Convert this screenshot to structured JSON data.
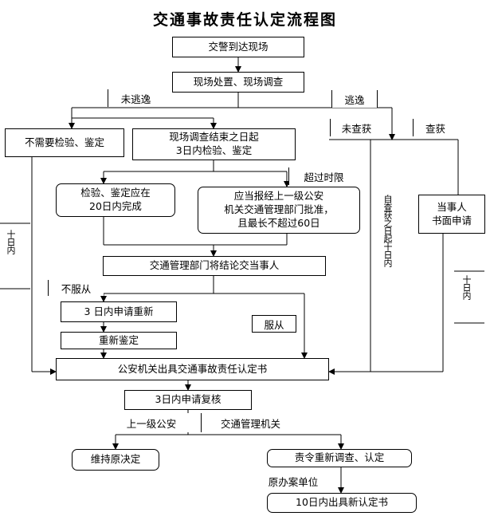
{
  "title": "交通事故责任认定流程图",
  "nodes": {
    "arrive": "交警到达现场",
    "handle": "现场处置、现场调查",
    "no_test": "不需要检验、鉴定",
    "test3": "现场调查结束之日起\n3日内检验、鉴定",
    "within20": "检验、鉴定应在\n20日内完成",
    "report": "应当报经上一级公安\n机关交通管理部门批准，\n且最长不超过60日",
    "notify": "交通管理部门将结论交当事人",
    "apply_redo": "3 日内申请重新",
    "redo": "重新鉴定",
    "issue": "公安机关出具交通事故责任认定书",
    "review": "3日内申请复核",
    "maintain": "维持原决定",
    "reinvestigate": "责令重新调查、认定",
    "new10": "10日内出具新认定书",
    "party_apply": "当事人\n书面申请"
  },
  "labels": {
    "not_escape": "未逃逸",
    "escape": "逃逸",
    "not_caught": "未查获",
    "caught": "查获",
    "overtime": "超过时限",
    "not_accept": "不服从",
    "accept": "服从",
    "upper_police": "上一级公安",
    "traffic_org": "交通管理机关",
    "orig_unit": "原办案单位"
  },
  "vertical": {
    "ten_days_left": "十日内",
    "escape_note": "自查获之日起十日内",
    "ten_days_right": "十日内"
  }
}
